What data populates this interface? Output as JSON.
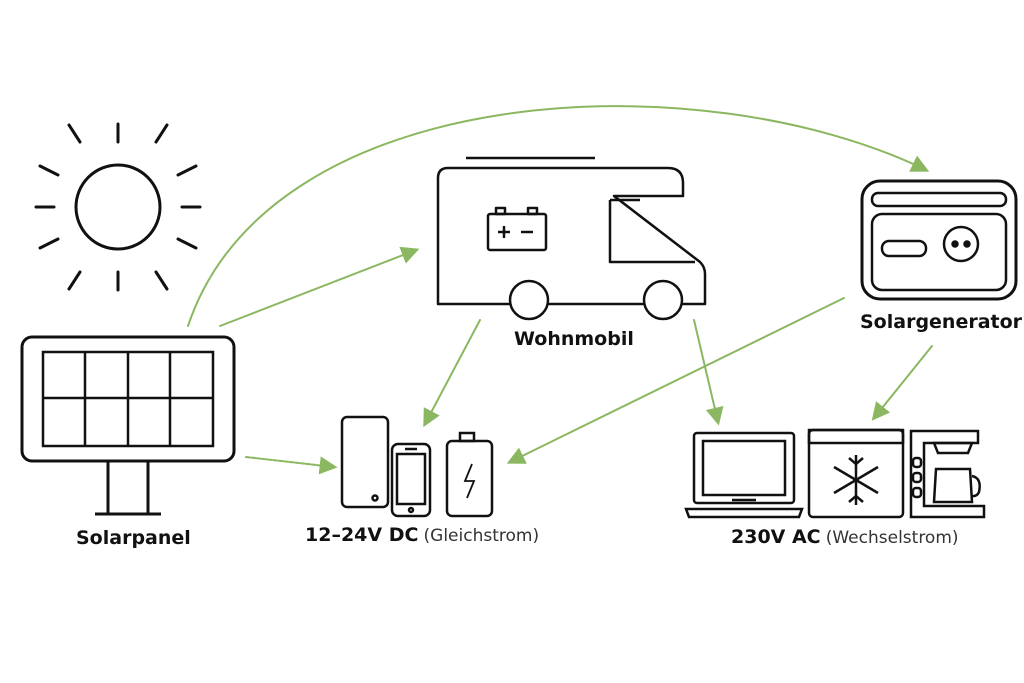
{
  "labels": {
    "solarpanel": "Solarpanel",
    "wohnmobil": "Wohnmobil",
    "solargenerator": "Solargenerator",
    "dc_bold": "12–24V DC",
    "dc_light": "(Gleichstrom)",
    "ac_bold": "230V AC",
    "ac_light": "(Wechselstrom)"
  },
  "icons": {
    "sun": "sun-icon",
    "solar_panel": "solar-panel-icon",
    "camper": "camper-van-icon",
    "generator": "solar-generator-icon",
    "tablet": "tablet-icon",
    "phone": "smartphone-icon",
    "battery": "battery-icon",
    "laptop": "laptop-icon",
    "freezer": "freezer-icon",
    "coffee": "coffee-machine-icon"
  },
  "colors": {
    "arrow": "#8bb761",
    "outline": "#111111"
  }
}
